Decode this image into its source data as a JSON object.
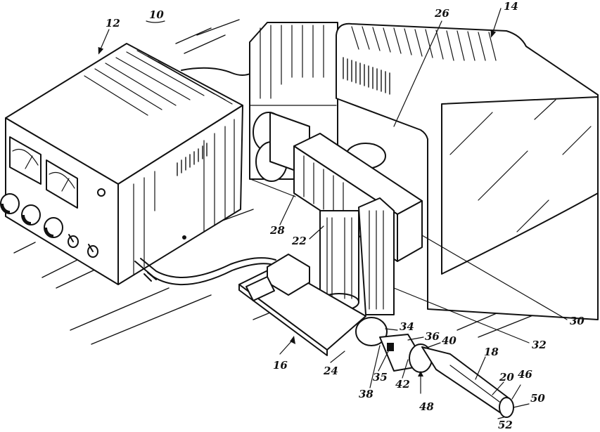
{
  "figure": {
    "components": [
      {
        "ref": "10",
        "name": "system"
      },
      {
        "ref": "12",
        "name": "power-supply"
      },
      {
        "ref": "14",
        "name": "monitor"
      },
      {
        "ref": "16",
        "name": "stand"
      },
      {
        "ref": "18",
        "name": "probe"
      }
    ],
    "reference_numerals": [
      "12",
      "10",
      "26",
      "14",
      "28",
      "22",
      "30",
      "32",
      "34",
      "36",
      "40",
      "35",
      "42",
      "38",
      "48",
      "18",
      "20",
      "46",
      "50",
      "52",
      "24",
      "16"
    ]
  }
}
